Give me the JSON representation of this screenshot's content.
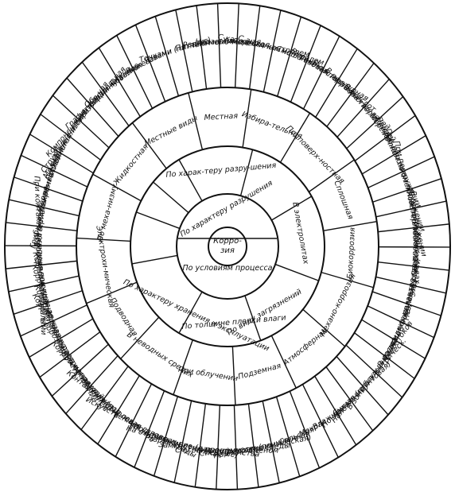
{
  "center": {
    "line1": "Корро-",
    "line2": "зия"
  },
  "hub": {
    "top": "По характеру разрушения",
    "bottom": "По условиям процесса"
  },
  "level2": [
    {
      "key": "loc",
      "label": "Местная"
    },
    {
      "key": "sel",
      "label": "Избира-тельная"
    },
    {
      "key": "sub",
      "label": "Подповерх-ностная"
    },
    {
      "key": "cont",
      "label": "Сплошная"
    },
    {
      "key": "bio",
      "label": "Биокоррозия"
    },
    {
      "key": "mech",
      "label": "Механо-коррозия"
    },
    {
      "key": "atm",
      "label": "Атмосферная"
    },
    {
      "key": "und",
      "label": "Подземная"
    },
    {
      "key": "irr",
      "label": "При облучении"
    },
    {
      "key": "nw",
      "label": "В неводных средах"
    },
    {
      "key": "wat",
      "label": "Подводная"
    },
    {
      "key": "ech",
      "label": "Электрохи-мическая"
    },
    {
      "key": "pos",
      "label": "По меха-низму"
    },
    {
      "key": "liq",
      "label": "Жидкостная"
    },
    {
      "key": "spec",
      "label": "Местные виды"
    }
  ],
  "level3": [
    "Равно-мерная",
    "Неравно-мерная",
    "Химическая",
    "С катодным контролем",
    "С анодным контролем",
    "Смешанная",
    "Газовая",
    "Высокотемпературная",
    "В растворах кислот",
    "В растворах щелочей",
    "В растворах солей",
    "Морская",
    "Речная",
    "При полном погружении",
    "При неполном погружении",
    "При переменном погружении",
    "По ватерлинии",
    "В органических средах",
    "Электро-проводных",
    "Неэлектро-проводных",
    "В расплавах солей",
    "Жидких металлах",
    "Радиаци-онная",
    "В космосе",
    "В зоне блуждающих токов",
    "Наложенного электрическ.",
    "Почвенная (грунтовая)",
    "Сухая",
    "Влажная",
    "Мокрая",
    "Сельская",
    "Промышленная",
    "Над морем (приморская)",
    "Специфические среды",
    "С ограниченным обменом",
    "Замкнутые пространства",
    "Разряжение (давление)",
    "На открытых площадках",
    "Под навесом",
    "Искусственные газовые среды",
    "Щелевая",
    "Контактная (под осадками)",
    "Застойная",
    "Коррозионная хрупкость",
    "Коррозия под напряжением",
    "Коррозионное растрескивание",
    "Коррозионная усталость",
    "Коррозионная кавитация",
    "Коррозионная эрозия",
    "Коррозия при трении",
    "При контакте с сыпучими материалами",
    "Органогенная",
    "Бактериальная",
    "Грибная (микромицетная)",
    "Ферментативная",
    "Послойная",
    "Межкристаллитная",
    "Структурно-избирательная",
    "Компонентно-избирательная",
    "Графитизация чугуна",
    "Обесцинкование",
    "Сквозная",
    "Ножевая",
    "Язвами",
    "Точками (питтинг)",
    "Пятнами"
  ],
  "extra": [
    "По харак-теру разру-шения",
    "По виду загрязнений",
    "По толщине пленки влаги",
    "По характеру хранения и эксплуатации",
    "В электролитах"
  ]
}
